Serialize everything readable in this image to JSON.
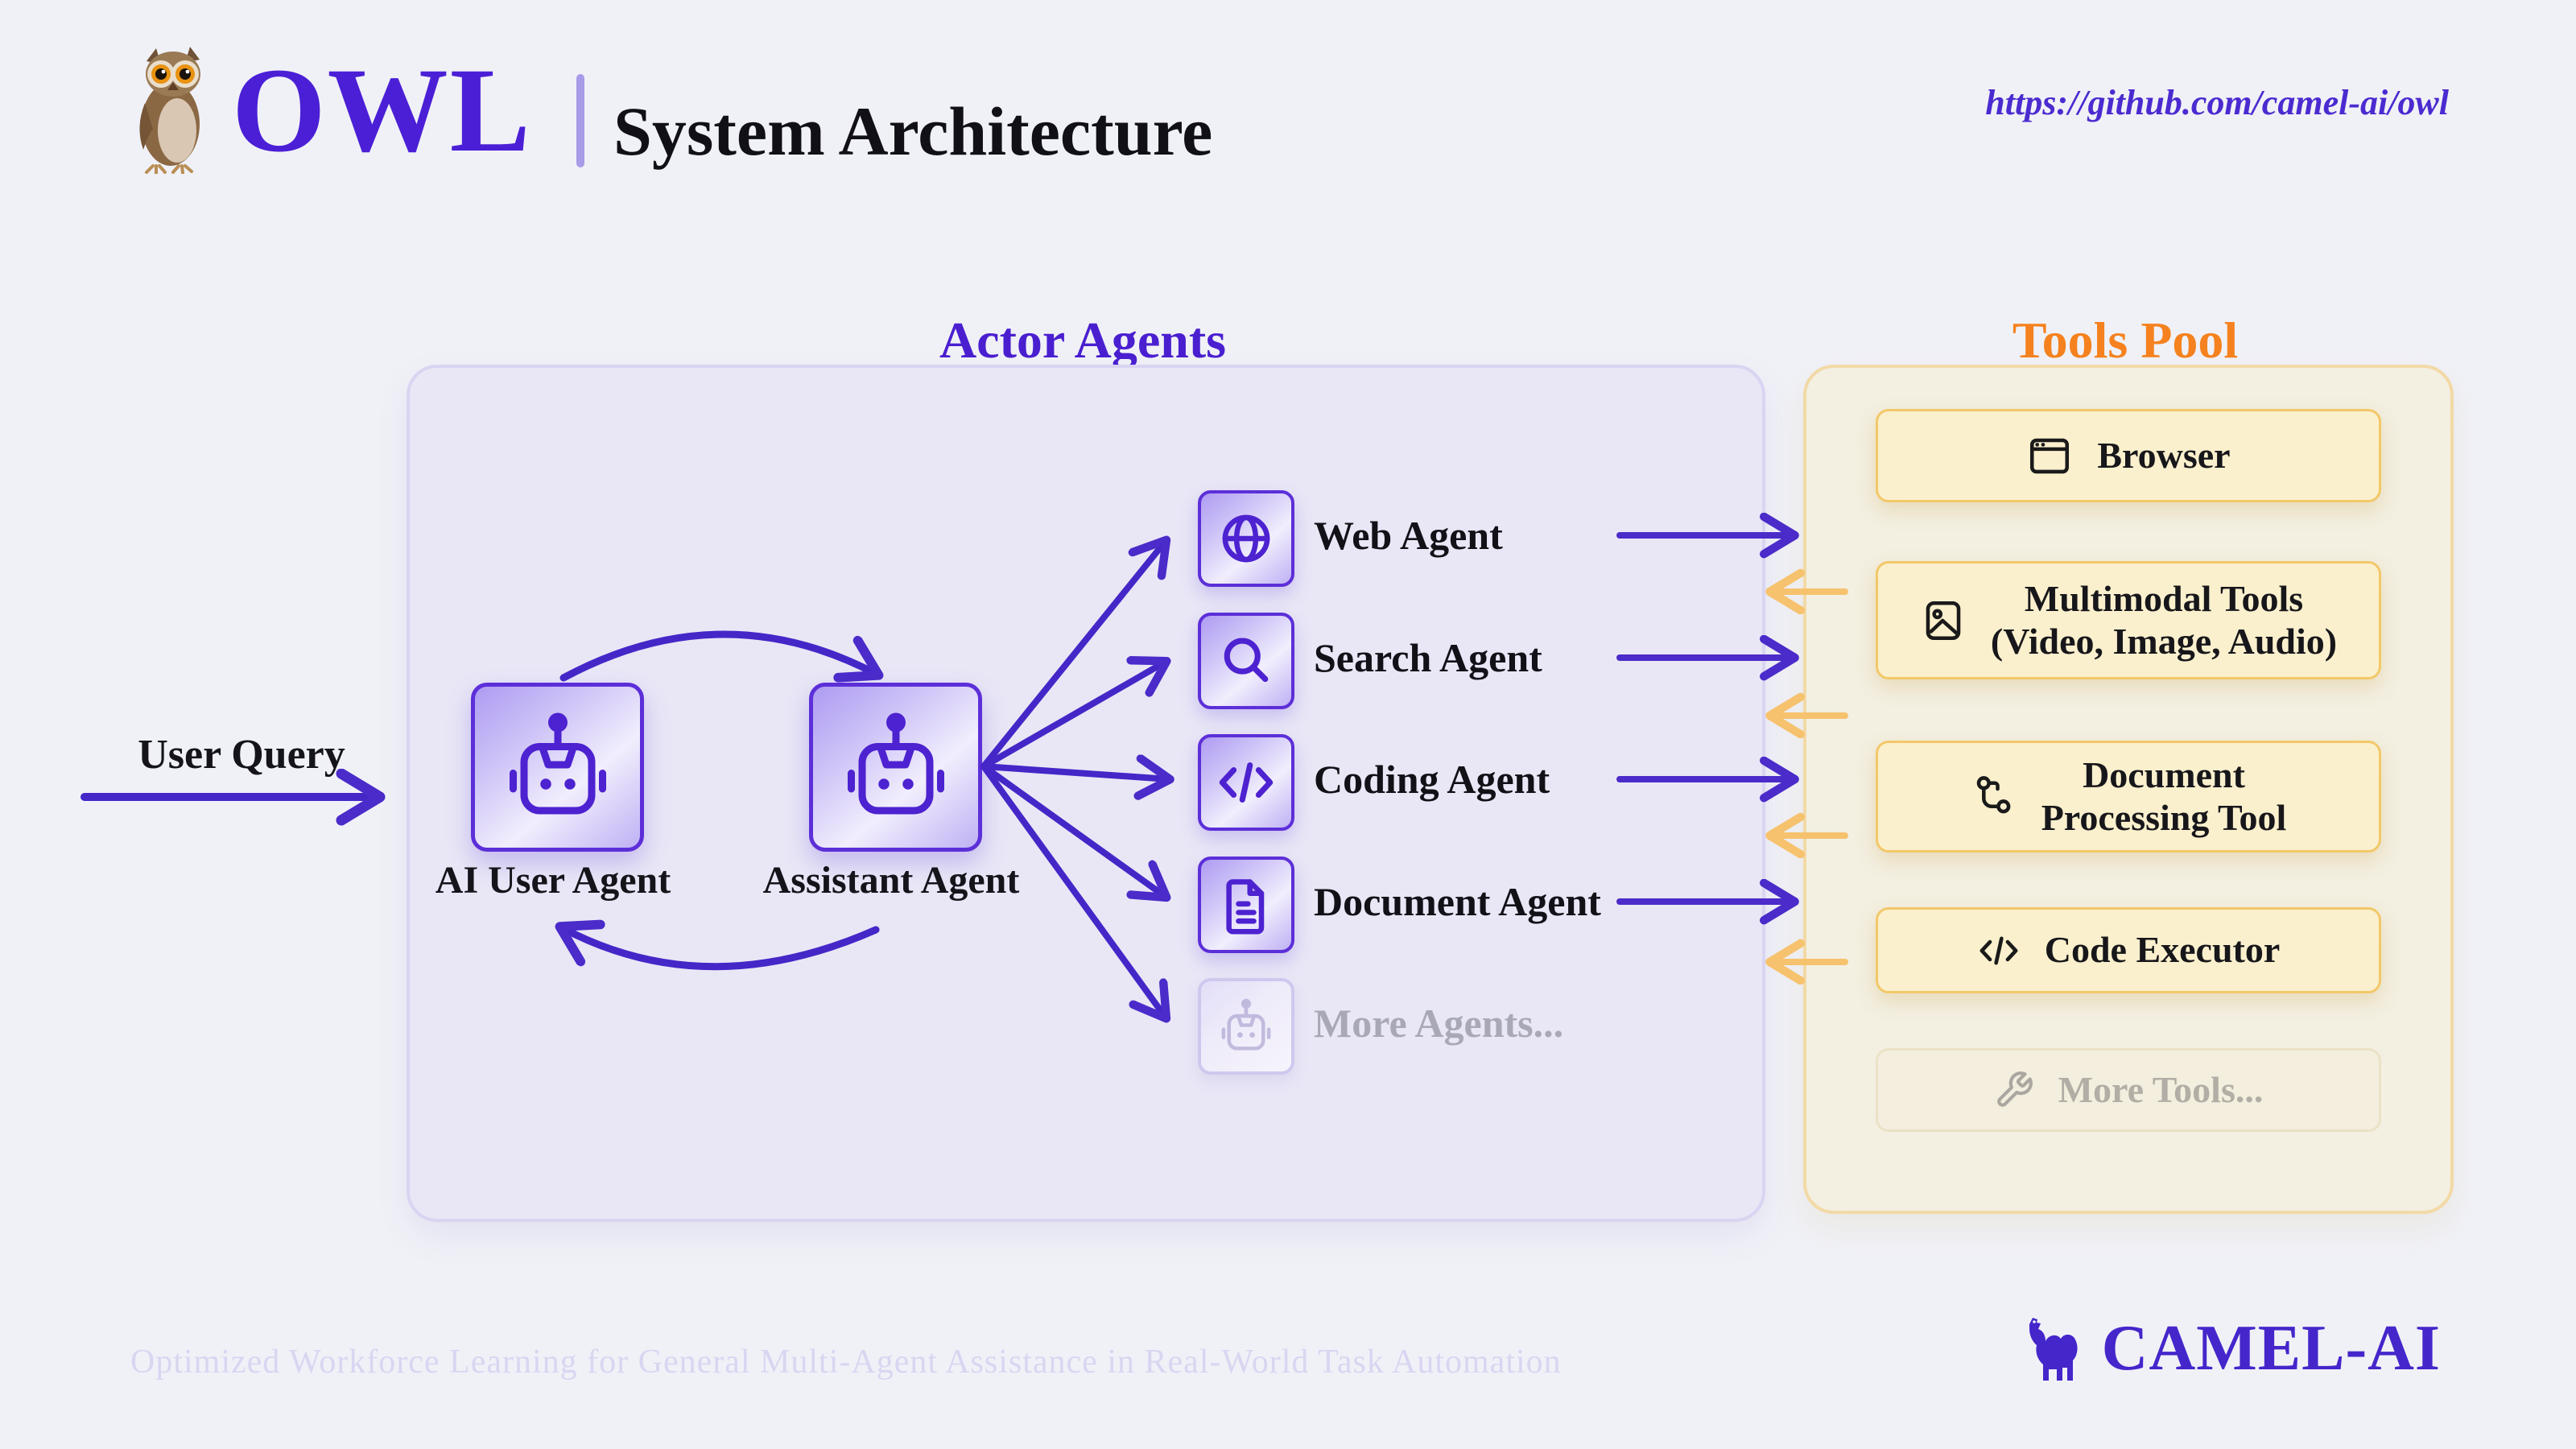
{
  "header": {
    "logo_icon": "owl-emoji-logo",
    "title": "OWL",
    "subtitle": "System Architecture",
    "repo_url": "https://github.com/camel-ai/owl"
  },
  "actor_box": {
    "heading": "Actor Agents",
    "user_query_label": "User Query",
    "core_agents": [
      {
        "label": "AI User Agent",
        "icon": "robot-icon"
      },
      {
        "label": "Assistant Agent",
        "icon": "robot-icon"
      }
    ],
    "agents": [
      {
        "label": "Web Agent",
        "icon": "globe-icon"
      },
      {
        "label": "Search Agent",
        "icon": "search-icon"
      },
      {
        "label": "Coding Agent",
        "icon": "code-icon"
      },
      {
        "label": "Document Agent",
        "icon": "document-icon"
      },
      {
        "label": "More Agents...",
        "icon": "robot-icon",
        "muted": true
      }
    ]
  },
  "tools_box": {
    "heading": "Tools Pool",
    "tools": [
      {
        "lines": [
          "Browser"
        ],
        "icon": "browser-icon"
      },
      {
        "lines": [
          "Multimodal Tools",
          "(Video, Image, Audio)"
        ],
        "icon": "image-icon"
      },
      {
        "lines": [
          "Document",
          "Processing Tool"
        ],
        "icon": "workflow-icon"
      },
      {
        "lines": [
          "Code Executor"
        ],
        "icon": "code-icon"
      },
      {
        "lines": [
          "More Tools..."
        ],
        "icon": "wrench-icon",
        "muted": true
      }
    ]
  },
  "flows": {
    "user_to_agents": "user-query-arrow",
    "user_agent_to_assistant": "top-cycle-arrow",
    "assistant_to_user_agent": "bottom-cycle-arrow",
    "assistant_fan_out": 5,
    "agents_to_tools_arrows": 4,
    "tools_to_agents_arrows": 4
  },
  "footer": {
    "tagline": "Optimized Workforce Learning for General Multi-Agent Assistance in Real-World Task Automation",
    "brand": "CAMEL-AI",
    "brand_icon": "camel-icon"
  },
  "colors": {
    "background": "#F0F1F7",
    "brand_purple": "#4B1FD6",
    "arrow_purple": "#4B2BC9",
    "heading_orange": "#F5821F",
    "arrow_orange": "#F6C26E",
    "actor_box_fill": "#E9E7F6",
    "actor_box_border": "#D9D4F1",
    "tools_box_fill": "#F3EFE1",
    "tools_box_border": "#F2D9A6",
    "tool_card_fill": "#FBF0CD",
    "tool_card_border": "#F2C869",
    "tile_border": "#5C2FD8",
    "muted_text": "#A9A9B5"
  }
}
